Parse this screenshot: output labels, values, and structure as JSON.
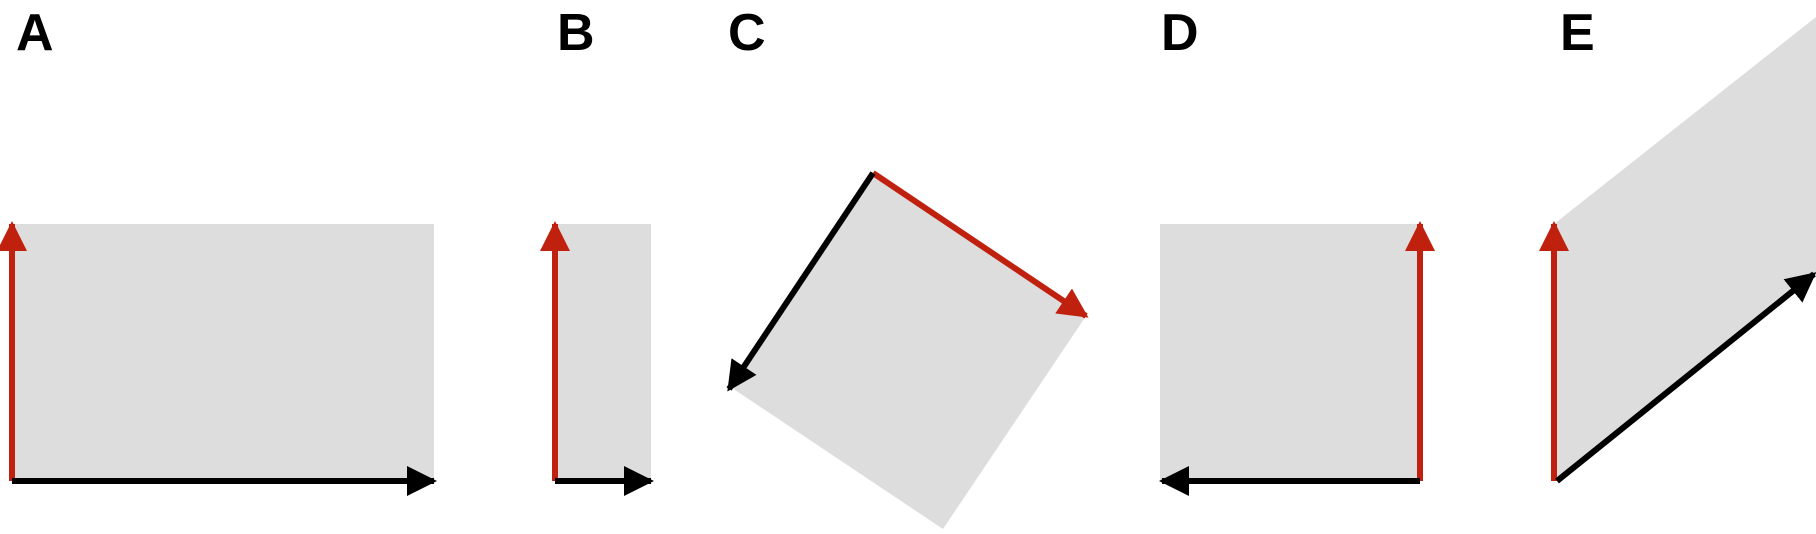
{
  "colors": {
    "background": "#ffffff",
    "shape_fill": "#dddddd",
    "arrow_red": "#c0210f",
    "arrow_black": "#000000"
  },
  "panels": [
    {
      "id": "A",
      "label": "A",
      "transform": "identity"
    },
    {
      "id": "B",
      "label": "B",
      "transform": "horizontal-scale"
    },
    {
      "id": "C",
      "label": "C",
      "transform": "rotation"
    },
    {
      "id": "D",
      "label": "D",
      "transform": "horizontal-reflection"
    },
    {
      "id": "E",
      "label": "E",
      "transform": "shear"
    }
  ]
}
